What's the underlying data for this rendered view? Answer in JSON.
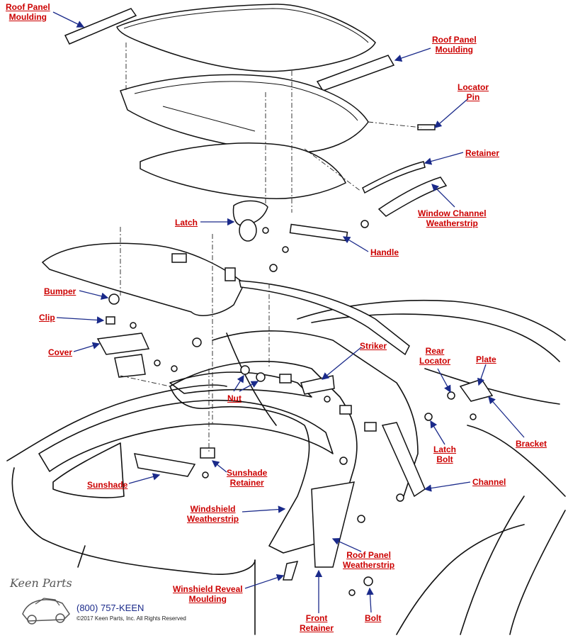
{
  "labels": {
    "roof_panel_moulding_left": [
      "Roof Panel",
      "Moulding"
    ],
    "roof_panel_moulding_right": [
      "Roof Panel",
      "Moulding"
    ],
    "locator_pin": [
      "Locator",
      "Pin"
    ],
    "retainer": [
      "Retainer"
    ],
    "window_channel_weatherstrip": [
      "Window Channel",
      "Weatherstrip"
    ],
    "latch": [
      "Latch"
    ],
    "handle": [
      "Handle"
    ],
    "bumper": [
      "Bumper"
    ],
    "clip": [
      "Clip"
    ],
    "cover": [
      "Cover"
    ],
    "striker": [
      "Striker"
    ],
    "rear_locator": [
      "Rear",
      "Locator"
    ],
    "plate": [
      "Plate"
    ],
    "nut": [
      "Nut"
    ],
    "bracket": [
      "Bracket"
    ],
    "latch_bolt": [
      "Latch",
      "Bolt"
    ],
    "sunshade_retainer": [
      "Sunshade",
      "Retainer"
    ],
    "sunshade": [
      "Sunshade"
    ],
    "channel": [
      "Channel"
    ],
    "windshield_weatherstrip": [
      "Windshield",
      "Weatherstrip"
    ],
    "roof_panel_weatherstrip": [
      "Roof Panel",
      "Weatherstrip"
    ],
    "winshield_reveal_moulding": [
      "Winshield Reveal",
      "Moulding"
    ],
    "front_retainer": [
      "Front",
      "Retainer"
    ],
    "bolt": [
      "Bolt"
    ]
  },
  "footer": {
    "phone": "(800) 757-KEEN",
    "copyright": "©2017 Keen Parts, Inc. All Rights Reserved"
  },
  "colors": {
    "label": "#cc0000",
    "arrow": "#1a2a8a",
    "line": "#111111"
  }
}
